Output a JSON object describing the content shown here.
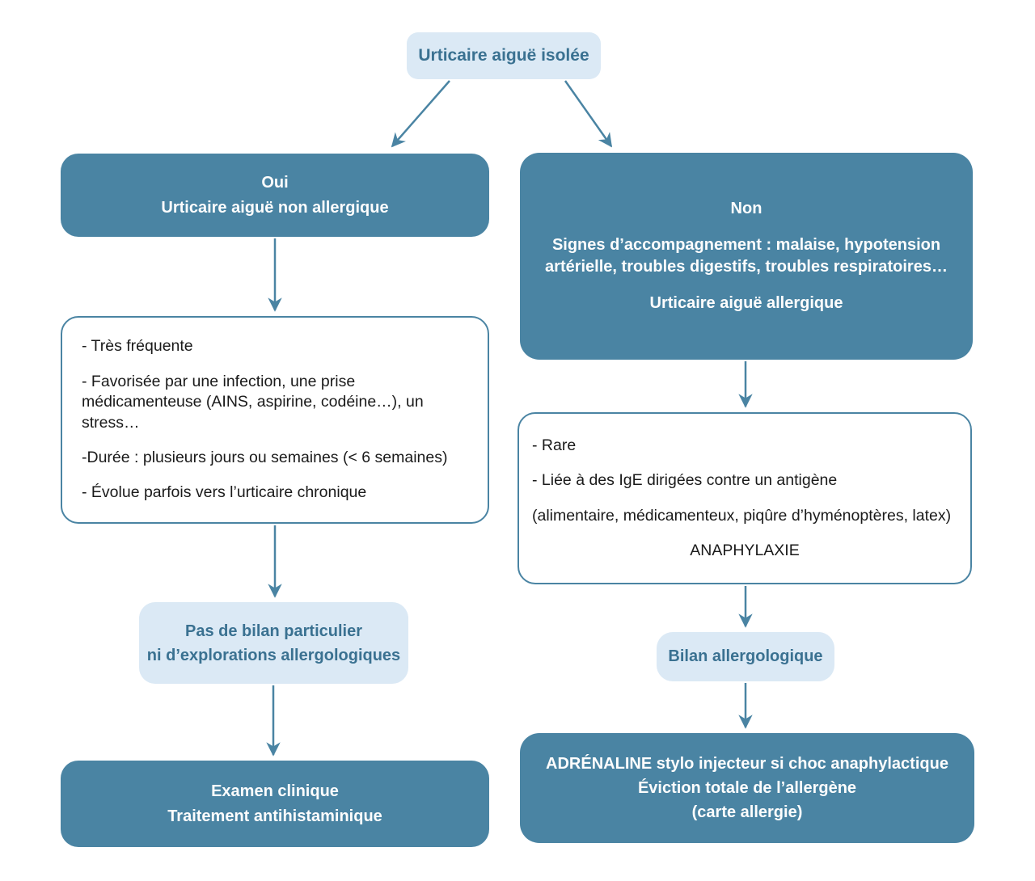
{
  "colors": {
    "teal_fill": "#4A84A3",
    "light_blue_fill": "#DBE9F5",
    "teal_text": "#3A7191",
    "body_text": "#1A1A1A",
    "background": "#FFFFFF",
    "arrow": "#4A84A3"
  },
  "nodes": {
    "root": {
      "label": "Urticaire aiguë isolée"
    },
    "left_decision": {
      "lines": [
        "Oui",
        "Urticaire aiguë non allergique"
      ]
    },
    "right_decision": {
      "title": "Non",
      "description": "Signes d’accompagnement : malaise, hypotension artérielle, troubles digestifs, troubles respiratoires…",
      "subtitle": "Urticaire aiguë allergique"
    },
    "left_details": {
      "items": [
        "- Très fréquente",
        "- Favorisée par une infection, une prise médicamenteuse (AINS, aspirine, codéine…), un stress…",
        "-Durée : plusieurs jours ou semaines (< 6 semaines)",
        "- Évolue parfois vers l’urticaire chronique"
      ]
    },
    "right_details": {
      "items": [
        "- Rare",
        "- Liée à des IgE dirigées contre un antigène",
        "(alimentaire, médicamenteux, piqûre d’hyménoptères, latex)"
      ],
      "emphasis": "ANAPHYLAXIE"
    },
    "left_action": {
      "lines": [
        "Pas de bilan particulier",
        "ni d’explorations allergologiques"
      ]
    },
    "right_action": {
      "label": "Bilan allergologique"
    },
    "left_outcome": {
      "lines": [
        "Examen clinique",
        "Traitement antihistaminique"
      ]
    },
    "right_outcome": {
      "lines": [
        "ADRÉNALINE stylo injecteur si choc anaphylactique",
        "Éviction totale de l’allergène",
        "(carte allergie)"
      ]
    }
  }
}
